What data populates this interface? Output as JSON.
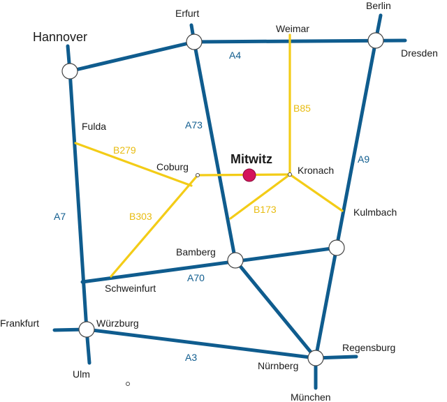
{
  "colors": {
    "autobahn": "#0f5c8e",
    "bundesstrasse": "#f3cc17",
    "highlight": "#d4145a"
  },
  "cities": {
    "hannover": "Hannover",
    "erfurt": "Erfurt",
    "weimar": "Weimar",
    "berlin": "Berlin",
    "dresden": "Dresden",
    "fulda": "Fulda",
    "coburg": "Coburg",
    "mitwitz": "Mitwitz",
    "kronach": "Kronach",
    "kulmbach": "Kulmbach",
    "bamberg": "Bamberg",
    "schweinfurt": "Schweinfurt",
    "frankfurt": "Frankfurt",
    "wuerzburg": "Würzburg",
    "ulm": "Ulm",
    "regensburg": "Regensburg",
    "nuernberg": "Nürnberg",
    "muenchen": "München"
  },
  "roads": {
    "a4": "A4",
    "a73": "A73",
    "a9": "A9",
    "a7": "A7",
    "a70": "A70",
    "a3": "A3",
    "b85": "B85",
    "b279": "B279",
    "b303": "B303",
    "b173": "B173"
  }
}
